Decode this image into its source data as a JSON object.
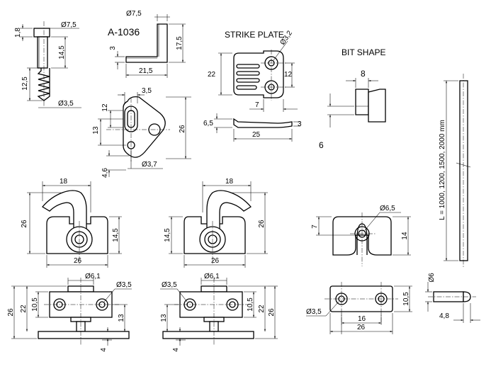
{
  "part_number": "A-1036",
  "headings": {
    "strike_plate": "STRIKE PLATE",
    "bit_shape": "BIT SHAPE"
  },
  "screw_view": {
    "d_head": "Ø7,5",
    "d_thread": "Ø3,5",
    "h_top": "1,8",
    "h_shank": "14,5",
    "h_thread": "12,5"
  },
  "bit_pin_view": {
    "d_pin": "Ø7,5",
    "h_total": "17,5",
    "w_base": "21,5",
    "t_base": "3"
  },
  "triangle_plate": {
    "w_top": "3,5",
    "h_slot": "12",
    "h_mid": "13",
    "h_total": "26",
    "h_bottom": "4,6",
    "d_hole": "Ø3,7"
  },
  "strike_plate": {
    "d_hole": "Ø3,2",
    "h_total": "22",
    "h_holes": "12",
    "w_slot": "7",
    "w_side": "25",
    "t_side": "3",
    "h_side": "6,5"
  },
  "bit_shape": {
    "width": "8",
    "height": "6"
  },
  "catch_left": {
    "w_top": "18",
    "h_total": "26",
    "h_body": "14,5",
    "w_base": "26"
  },
  "catch_right": {
    "w_top": "18",
    "h_total": "26",
    "h_body": "14,5",
    "w_base": "26"
  },
  "bottom_left": {
    "d_pin": "Ø6,1",
    "d_hole": "Ø3,5",
    "h_plate": "10,5",
    "h_mid": "22",
    "h_total": "26",
    "h_pitch": "13",
    "t_base": "4"
  },
  "bottom_right": {
    "d_pin": "Ø6,1",
    "d_hole": "Ø3,5",
    "h_plate": "10,5",
    "h_mid": "22",
    "h_total": "26",
    "h_pitch": "13",
    "t_base": "4"
  },
  "bit_block": {
    "d_hole": "Ø6,5",
    "h_slot": "7",
    "h_total": "14"
  },
  "bit_block_plate": {
    "d_hole": "Ø3,5",
    "h_total": "10,5",
    "w_pitch": "16",
    "w_total": "26"
  },
  "rod": {
    "lengths": "L = 1000, 1200, 1500, 2000 mm",
    "d_rod": "Ø6",
    "d_end": "4,8"
  }
}
